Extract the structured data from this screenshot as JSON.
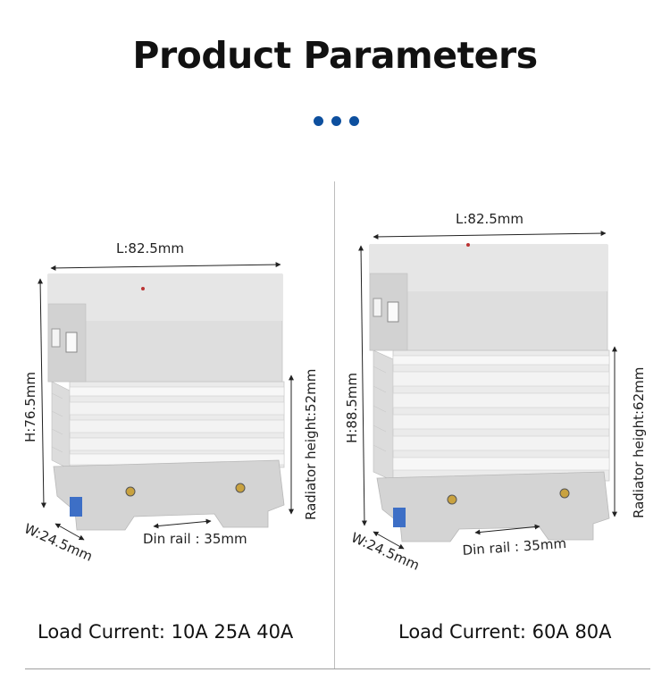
{
  "header": {
    "title": "Product Parameters"
  },
  "colors": {
    "accent": "#0d4f9e",
    "housing": "#d9d9d9",
    "heatsink": "#e8e8e8",
    "base": "#cfcfcf"
  },
  "left_product": {
    "length": "L:82.5mm",
    "height": "H:76.5mm",
    "width": "W:24.5mm",
    "radiator": "Radiator height:52mm",
    "din_rail": "Din rail : 35mm",
    "load_current": "Load Current: 10A 25A 40A"
  },
  "right_product": {
    "length": "L:82.5mm",
    "height": "H:88.5mm",
    "width": "W:24.5mm",
    "radiator": "Radiator height:62mm",
    "din_rail": "Din rail : 35mm",
    "load_current": "Load Current: 60A 80A"
  }
}
